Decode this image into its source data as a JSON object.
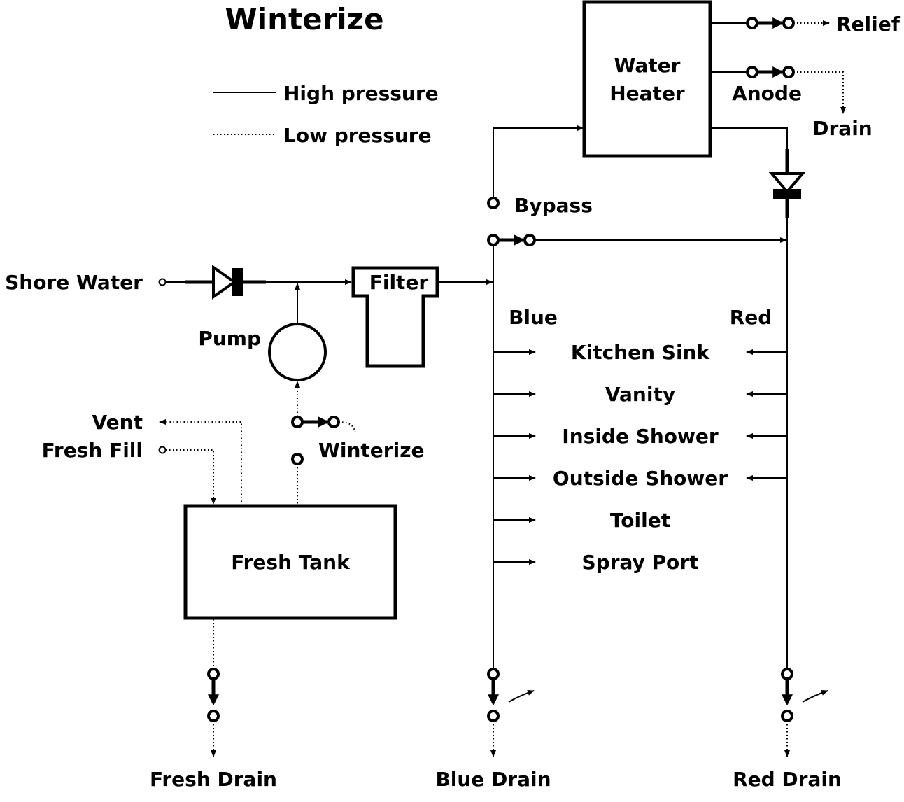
{
  "title": "Winterize",
  "legend": {
    "high_pressure": "High pressure",
    "low_pressure": "Low pressure"
  },
  "components": {
    "water_heater_line1": "Water",
    "water_heater_line2": "Heater",
    "relief": "Relief",
    "anode": "Anode",
    "drain": "Drain",
    "bypass": "Bypass",
    "shore_water": "Shore Water",
    "filter": "Filter",
    "pump": "Pump",
    "vent": "Vent",
    "fresh_fill": "Fresh Fill",
    "winterize_valve": "Winterize",
    "fresh_tank": "Fresh Tank",
    "blue": "Blue",
    "red": "Red"
  },
  "fixtures": [
    "Kitchen Sink",
    "Vanity",
    "Inside Shower",
    "Outside Shower",
    "Toilet",
    "Spray Port"
  ],
  "drains": {
    "fresh": "Fresh Drain",
    "blue": "Blue Drain",
    "red": "Red Drain"
  }
}
